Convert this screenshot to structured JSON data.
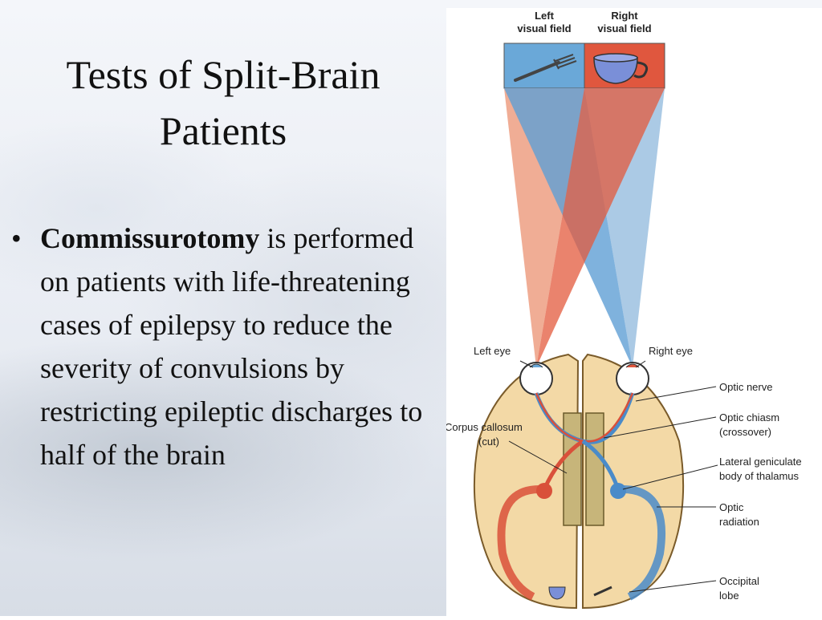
{
  "slide": {
    "title_line1": "Tests of Split-Brain",
    "title_line2": "Patients",
    "bullet": {
      "term": "Commissurotomy",
      "text": " is performed on patients with life-threatening cases of epilepsy to reduce the severity of convulsions by restricting epileptic discharges to half of the brain"
    }
  },
  "diagram": {
    "field_left_line1": "Left",
    "field_left_line2": "visual field",
    "field_right_line1": "Right",
    "field_right_line2": "visual field",
    "left_eye": "Left eye",
    "right_eye": "Right eye",
    "optic_nerve": "Optic nerve",
    "optic_chiasm_line1": "Optic chiasm",
    "optic_chiasm_line2": "(crossover)",
    "lgn_line1": "Lateral geniculate",
    "lgn_line2": "body of thalamus",
    "optic_radiation_line1": "Optic",
    "optic_radiation_line2": "radiation",
    "occipital_line1": "Occipital",
    "occipital_line2": "lobe",
    "corpus_line1": "Corpus callosum",
    "corpus_line2": "(cut)",
    "left_object": "fork-icon",
    "right_object": "cup-icon",
    "colors": {
      "left_field": "#6aa8d8",
      "right_field": "#e0573e",
      "brain": "#f3d9a6"
    }
  }
}
